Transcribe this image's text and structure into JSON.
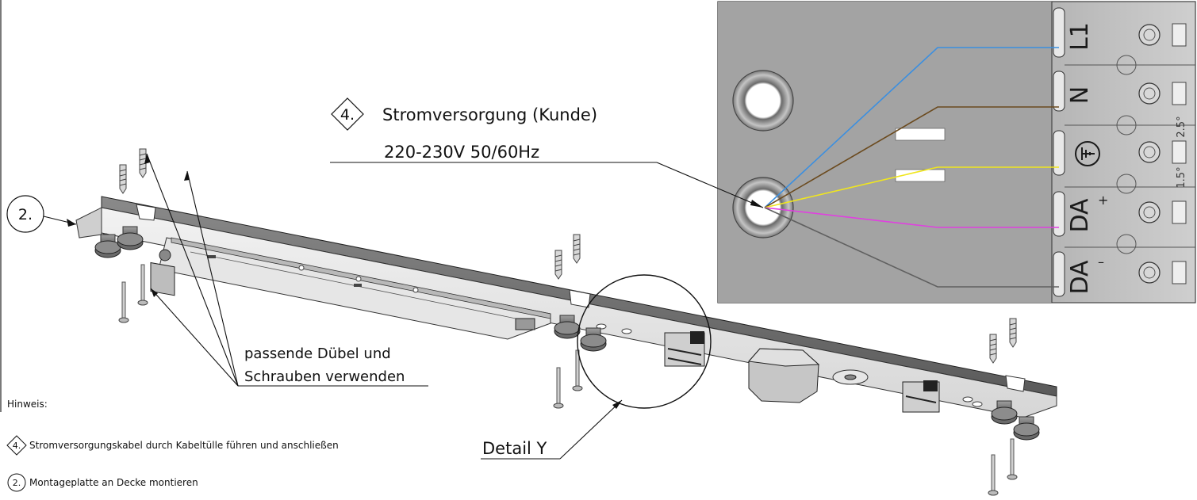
{
  "callouts": {
    "power_number": "4.",
    "power_title": "Stromversorgung (Kunde)",
    "power_spec": "220-230V 50/60Hz",
    "plate_number": "2.",
    "dowel_line1": "passende Dübel und",
    "dowel_line2": "Schrauben verwenden",
    "detail": "Detail Y"
  },
  "notes": {
    "heading": "Hinweis:",
    "step4_number": "4.",
    "step4_text": "Stromversorgungskabel durch Kabeltülle führen und anschließen",
    "step2_number": "2.",
    "step2_text": "Montageplatte an Decke montieren"
  },
  "terminal": {
    "labels": [
      "L1",
      "N",
      "⏚",
      "DA",
      "DA"
    ],
    "da_plus": "+",
    "da_minus": "–",
    "angle_a": "2.5°",
    "angle_b": "1.5°",
    "ground_symbol": "earth-ground-icon"
  },
  "colors": {
    "wire_l1": "#3b8fe0",
    "wire_n": "#6b4a1e",
    "wire_pe": "#f0e61e",
    "wire_da_plus": "#e040e0",
    "wire_da_minus": "#606060",
    "panel_gray": "#9a9a9a"
  }
}
